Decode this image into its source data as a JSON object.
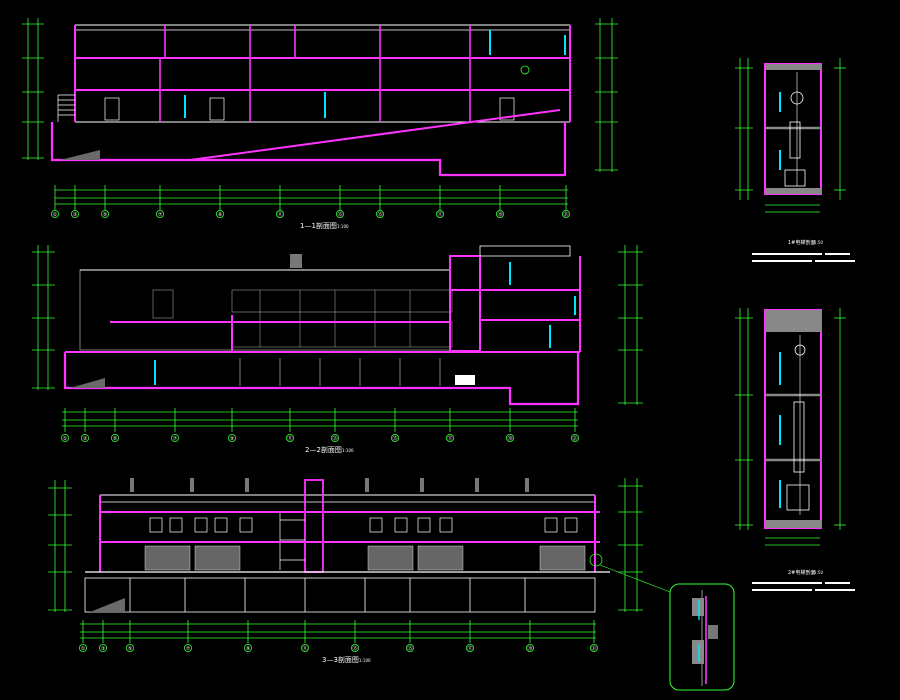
{
  "colors": {
    "background": "#000000",
    "wall": "#ff33ff",
    "line": "#ffffff",
    "dimension": "#33ff33",
    "glass": "#00e5ff",
    "structure": "#9a9a9a",
    "column": "#b5b5b5",
    "callout": "#33ff33"
  },
  "sections": {
    "s1": {
      "title": "1—1剖面图",
      "scale": "1:100",
      "axes": [
        "①",
        "③",
        "⑤",
        "⑦",
        "⑨",
        "⑪",
        "⑬",
        "⑮",
        "⑰",
        "⑲",
        "㉑"
      ]
    },
    "s2": {
      "title": "2—2剖面图",
      "scale": "1:100",
      "axes": [
        "①",
        "③",
        "⑤",
        "⑦",
        "⑨",
        "⑪",
        "⑬",
        "⑮",
        "⑰",
        "⑲",
        "㉑"
      ]
    },
    "s3": {
      "title": "3—3剖面图",
      "scale": "1:100",
      "axes": [
        "①",
        "③",
        "⑤",
        "⑦",
        "⑨",
        "⑪",
        "⑬",
        "⑮",
        "⑰",
        "⑲",
        "㉑"
      ]
    }
  },
  "details": {
    "d1": {
      "title": "1#电梯剖面",
      "scale": "1:50"
    },
    "d2": {
      "title": "2#电梯剖面",
      "scale": "1:50"
    }
  }
}
